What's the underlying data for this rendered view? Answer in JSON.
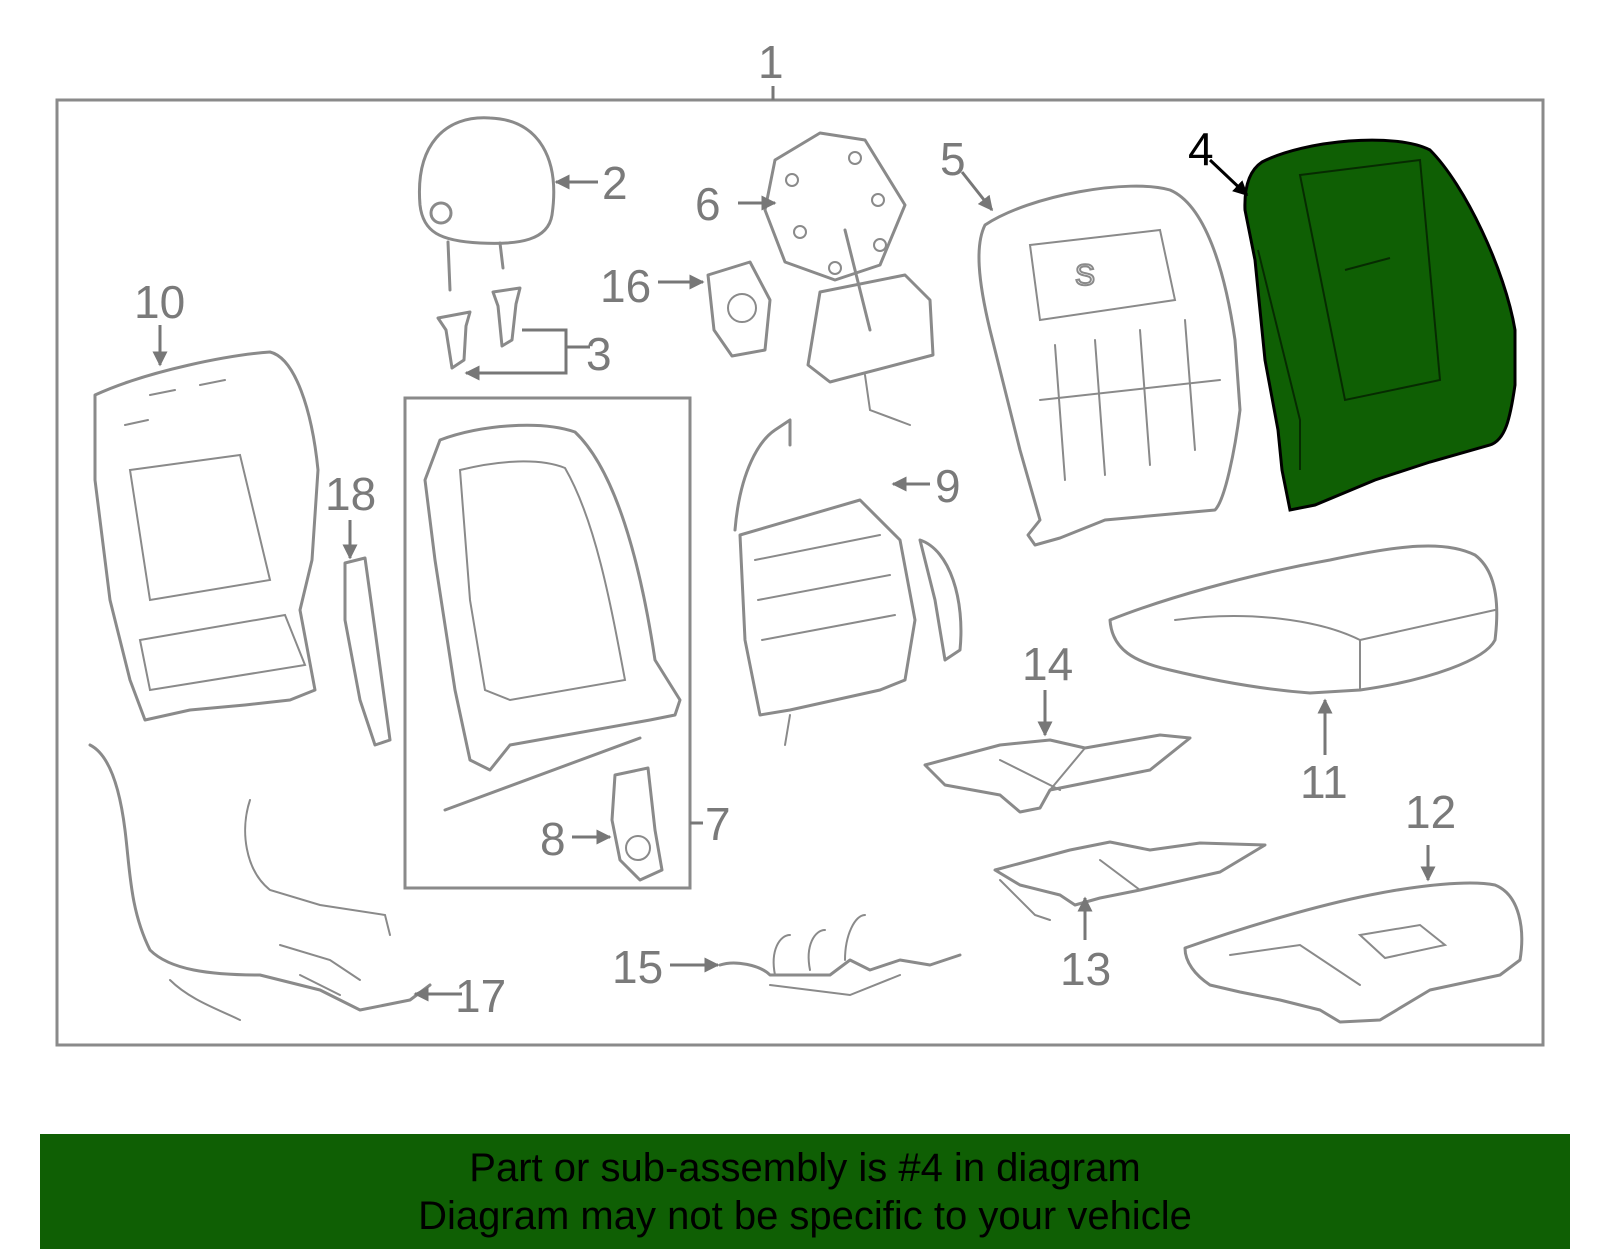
{
  "diagram": {
    "highlight_color": "#0f5f04",
    "highlighted_part": "4",
    "callouts": {
      "c1": "1",
      "c2": "2",
      "c3": "3",
      "c4": "4",
      "c5": "5",
      "c6": "6",
      "c7": "7",
      "c8": "8",
      "c9": "9",
      "c10": "10",
      "c11": "11",
      "c12": "12",
      "c13": "13",
      "c14": "14",
      "c15": "15",
      "c16": "16",
      "c17": "17",
      "c18": "18"
    }
  },
  "banner": {
    "line1": "Part or sub-assembly is #4 in diagram",
    "line2": "Diagram may not be specific to your vehicle"
  }
}
